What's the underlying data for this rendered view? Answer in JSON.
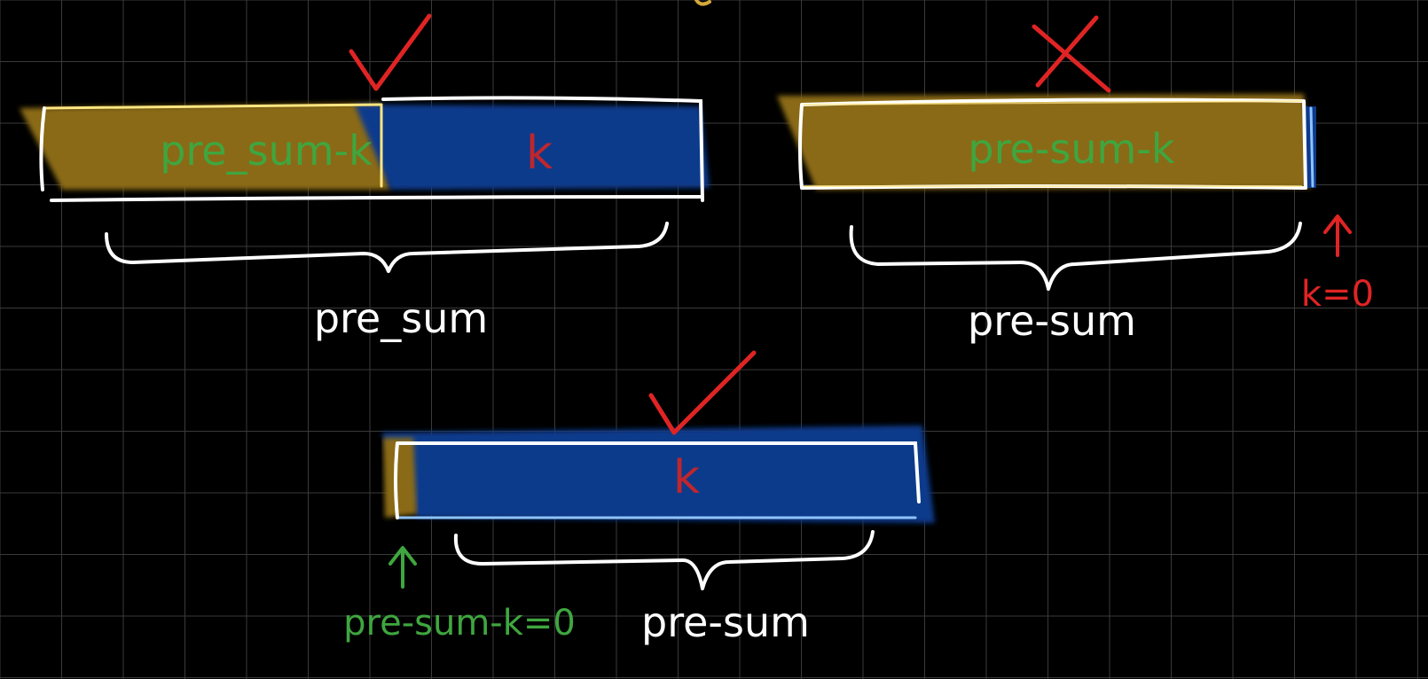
{
  "colors": {
    "background": "#000000",
    "grid": "#3a3a3a",
    "outline": "#ffffff",
    "fill_yellow": "#8a6a12",
    "fill_blue": "#0e3a8c",
    "edge_blue": "#8ec3ff",
    "edge_yellow": "#ffe680",
    "text_green": "#3fa63f",
    "text_red": "#c0262b",
    "mark_red": "#e02424",
    "label_white": "#ffffff"
  },
  "diagram_1": {
    "segment_left": "pre_sum-k",
    "segment_right": "k",
    "brace_label": "pre_sum",
    "mark": "check-icon"
  },
  "diagram_2": {
    "segment_main": "pre-sum-k",
    "brace_label": "pre-sum",
    "arrow_label": "k=0",
    "mark": "cross-icon"
  },
  "diagram_3": {
    "segment_main": "k",
    "brace_label": "pre-sum",
    "arrow_label": "pre-sum-k=0",
    "mark": "check-icon"
  }
}
